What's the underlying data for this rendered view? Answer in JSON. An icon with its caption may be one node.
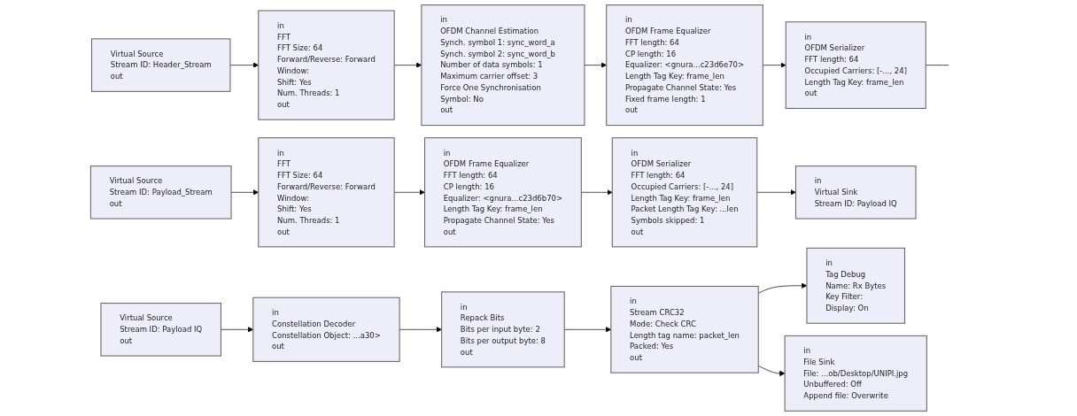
{
  "diagram": {
    "nodes": [
      {
        "text": [
          "Virtual Source",
          "Stream ID: Header_Stream",
          "out"
        ]
      },
      {
        "text": [
          "in",
          "FFT",
          "FFT Size: 64",
          "Forward/Reverse: Forward",
          "Window:",
          "Shift: Yes",
          "Num. Threads: 1",
          "out"
        ]
      },
      {
        "text": [
          "in",
          "OFDM Channel Estimation",
          "Synch. symbol 1: sync_word_a",
          "Synch. symbol 2: sync_word_b",
          "Number of data symbols: 1",
          "Maximum carrier offset: 3",
          "Force One Synchronisation Symbol: No",
          "out"
        ]
      },
      {
        "text": [
          "in",
          "OFDM Frame Equalizer",
          "FFT length: 64",
          "CP length: 16",
          "Equalizer: <gnura...c23d6e70>",
          "Length Tag Key: frame_len",
          "Propagate Channel State: Yes",
          "Fixed frame length: 1",
          "out"
        ]
      },
      {
        "text": [
          "in",
          "OFDM Serializer",
          "FFT length: 64",
          "Occupied Carriers: [-..., 24]",
          "Length Tag Key: frame_len",
          "out"
        ]
      },
      {
        "text": [
          "Virtual Source",
          "Stream ID: Payload_Stream",
          "out"
        ]
      },
      {
        "text": [
          "in",
          "FFT",
          "FFT Size: 64",
          "Forward/Reverse: Forward",
          "Window:",
          "Shift: Yes",
          "Num. Threads: 1",
          "out"
        ]
      },
      {
        "text": [
          "in",
          "OFDM Frame Equalizer",
          "FFT length: 64",
          "CP length: 16",
          "Equalizer: <gnura...c23d6b70>",
          "Length Tag Key: frame_len",
          "Propagate Channel State: Yes",
          "out"
        ]
      },
      {
        "text": [
          "in",
          "OFDM Serializer",
          "FFT length: 64",
          "Occupied Carriers: [-..., 24]",
          "Length Tag Key: frame_len",
          "Packet Length Tag Key: ...len",
          "Symbols skipped: 1",
          "out"
        ]
      },
      {
        "text": [
          "in",
          "Virtual Sink",
          "Stream ID: Payload IQ"
        ]
      },
      {
        "text": [
          "Virtual Source",
          "Stream ID: Payload IQ",
          "out"
        ]
      },
      {
        "text": [
          "in",
          "Constellation Decoder",
          "Constellation Object: ...a30>",
          "out"
        ]
      },
      {
        "text": [
          "in",
          "Repack Bits",
          "Bits per input byte: 2",
          "Bits per output byte: 8",
          "out"
        ]
      },
      {
        "text": [
          "in",
          "Stream CRC32",
          "Mode: Check CRC",
          "Length tag name: packet_len",
          "Packed: Yes",
          "out"
        ]
      },
      {
        "text": [
          "in",
          "Tag Debug",
          "Name: Rx Bytes",
          "Key Filter:",
          "Display: On"
        ]
      },
      {
        "text": [
          "in",
          "File Sink",
          "File: ...ob/Desktop/UNIPI.jpg",
          "Unbuffered: Off",
          "Append file: Overwrite"
        ]
      }
    ],
    "edges": [
      {
        "from": 0,
        "to": 1,
        "arrow": "to"
      },
      {
        "from": 1,
        "to": 2,
        "arrow": "to"
      },
      {
        "from": 2,
        "to": 3,
        "arrow": "to"
      },
      {
        "from": 3,
        "to": 4,
        "arrow": "to"
      },
      {
        "from": 4,
        "to": null,
        "arrow": "none"
      },
      {
        "from": 5,
        "to": 6,
        "arrow": "to"
      },
      {
        "from": 6,
        "to": 7,
        "arrow": "to"
      },
      {
        "from": 7,
        "to": 8,
        "arrow": "to"
      },
      {
        "from": 8,
        "to": 9,
        "arrow": "to"
      },
      {
        "from": 10,
        "to": 11,
        "arrow": "to"
      },
      {
        "from": 11,
        "to": 12,
        "arrow": "to"
      },
      {
        "from": 12,
        "to": 13,
        "arrow": "to"
      },
      {
        "from": 13,
        "to": 14,
        "arrow": "to"
      },
      {
        "from": 13,
        "to": 15,
        "arrow": "to"
      }
    ]
  }
}
